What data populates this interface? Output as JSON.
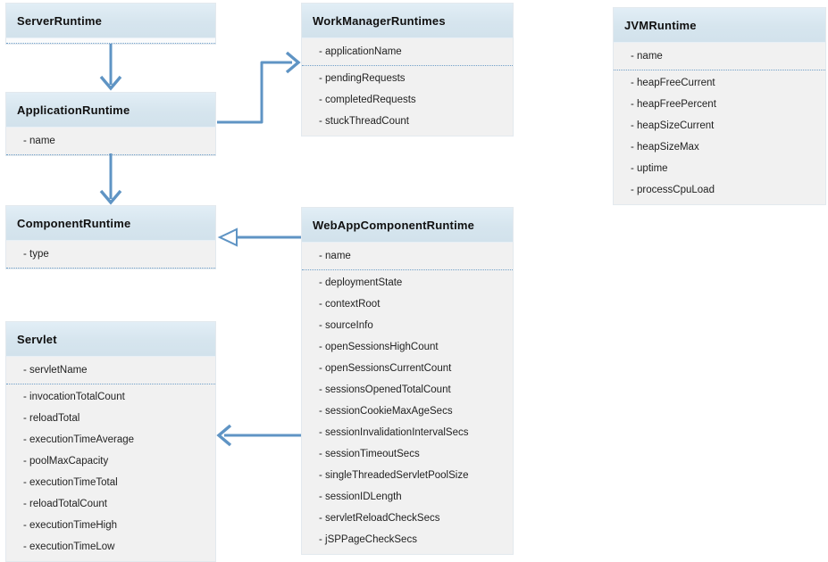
{
  "colors": {
    "arrow": "#5f94c4",
    "header_bg": "#d6e5ee",
    "body_bg": "#f1f1f1",
    "separator": "#6f9fc8"
  },
  "classes": {
    "server_runtime": {
      "title": "ServerRuntime",
      "key_attributes": [],
      "attributes": []
    },
    "application_runtime": {
      "title": "ApplicationRuntime",
      "key_attributes": [
        "- name"
      ],
      "attributes": []
    },
    "component_runtime": {
      "title": "ComponentRuntime",
      "key_attributes": [
        "- type"
      ],
      "attributes": []
    },
    "servlet": {
      "title": "Servlet",
      "key_attributes": [
        "- servletName"
      ],
      "attributes": [
        "- invocationTotalCount",
        "- reloadTotal",
        "- executionTimeAverage",
        "- poolMaxCapacity",
        "- executionTimeTotal",
        "- reloadTotalCount",
        "- executionTimeHigh",
        "- executionTimeLow"
      ]
    },
    "work_manager_runtimes": {
      "title": "WorkManagerRuntimes",
      "key_attributes": [
        "- applicationName"
      ],
      "attributes": [
        "- pendingRequests",
        "- completedRequests",
        "- stuckThreadCount"
      ]
    },
    "web_app_component_runtime": {
      "title": "WebAppComponentRuntime",
      "key_attributes": [
        "- name"
      ],
      "attributes": [
        "- deploymentState",
        "- contextRoot",
        "- sourceInfo",
        "- openSessionsHighCount",
        "- openSessionsCurrentCount",
        "- sessionsOpenedTotalCount",
        "- sessionCookieMaxAgeSecs",
        "- sessionInvalidationIntervalSecs",
        "- sessionTimeoutSecs",
        "- singleThreadedServletPoolSize",
        "- sessionIDLength",
        "- servletReloadCheckSecs",
        "- jSPPageCheckSecs"
      ]
    },
    "jvm_runtime": {
      "title": "JVMRuntime",
      "key_attributes": [
        "- name"
      ],
      "attributes": [
        "- heapFreeCurrent",
        "- heapFreePercent",
        "- heapSizeCurrent",
        "- heapSizeMax",
        "- uptime",
        "- processCpuLoad"
      ]
    }
  },
  "relationships": [
    {
      "from": "ServerRuntime",
      "to": "ApplicationRuntime",
      "style": "open-arrow-down"
    },
    {
      "from": "ApplicationRuntime",
      "to": "WorkManagerRuntimes",
      "style": "open-arrow-elbow-right"
    },
    {
      "from": "ApplicationRuntime",
      "to": "ComponentRuntime",
      "style": "open-arrow-down"
    },
    {
      "from": "WebAppComponentRuntime",
      "to": "ComponentRuntime",
      "style": "hollow-triangle-left"
    },
    {
      "from": "WebAppComponentRuntime",
      "to": "Servlet",
      "style": "open-arrow-left"
    }
  ]
}
